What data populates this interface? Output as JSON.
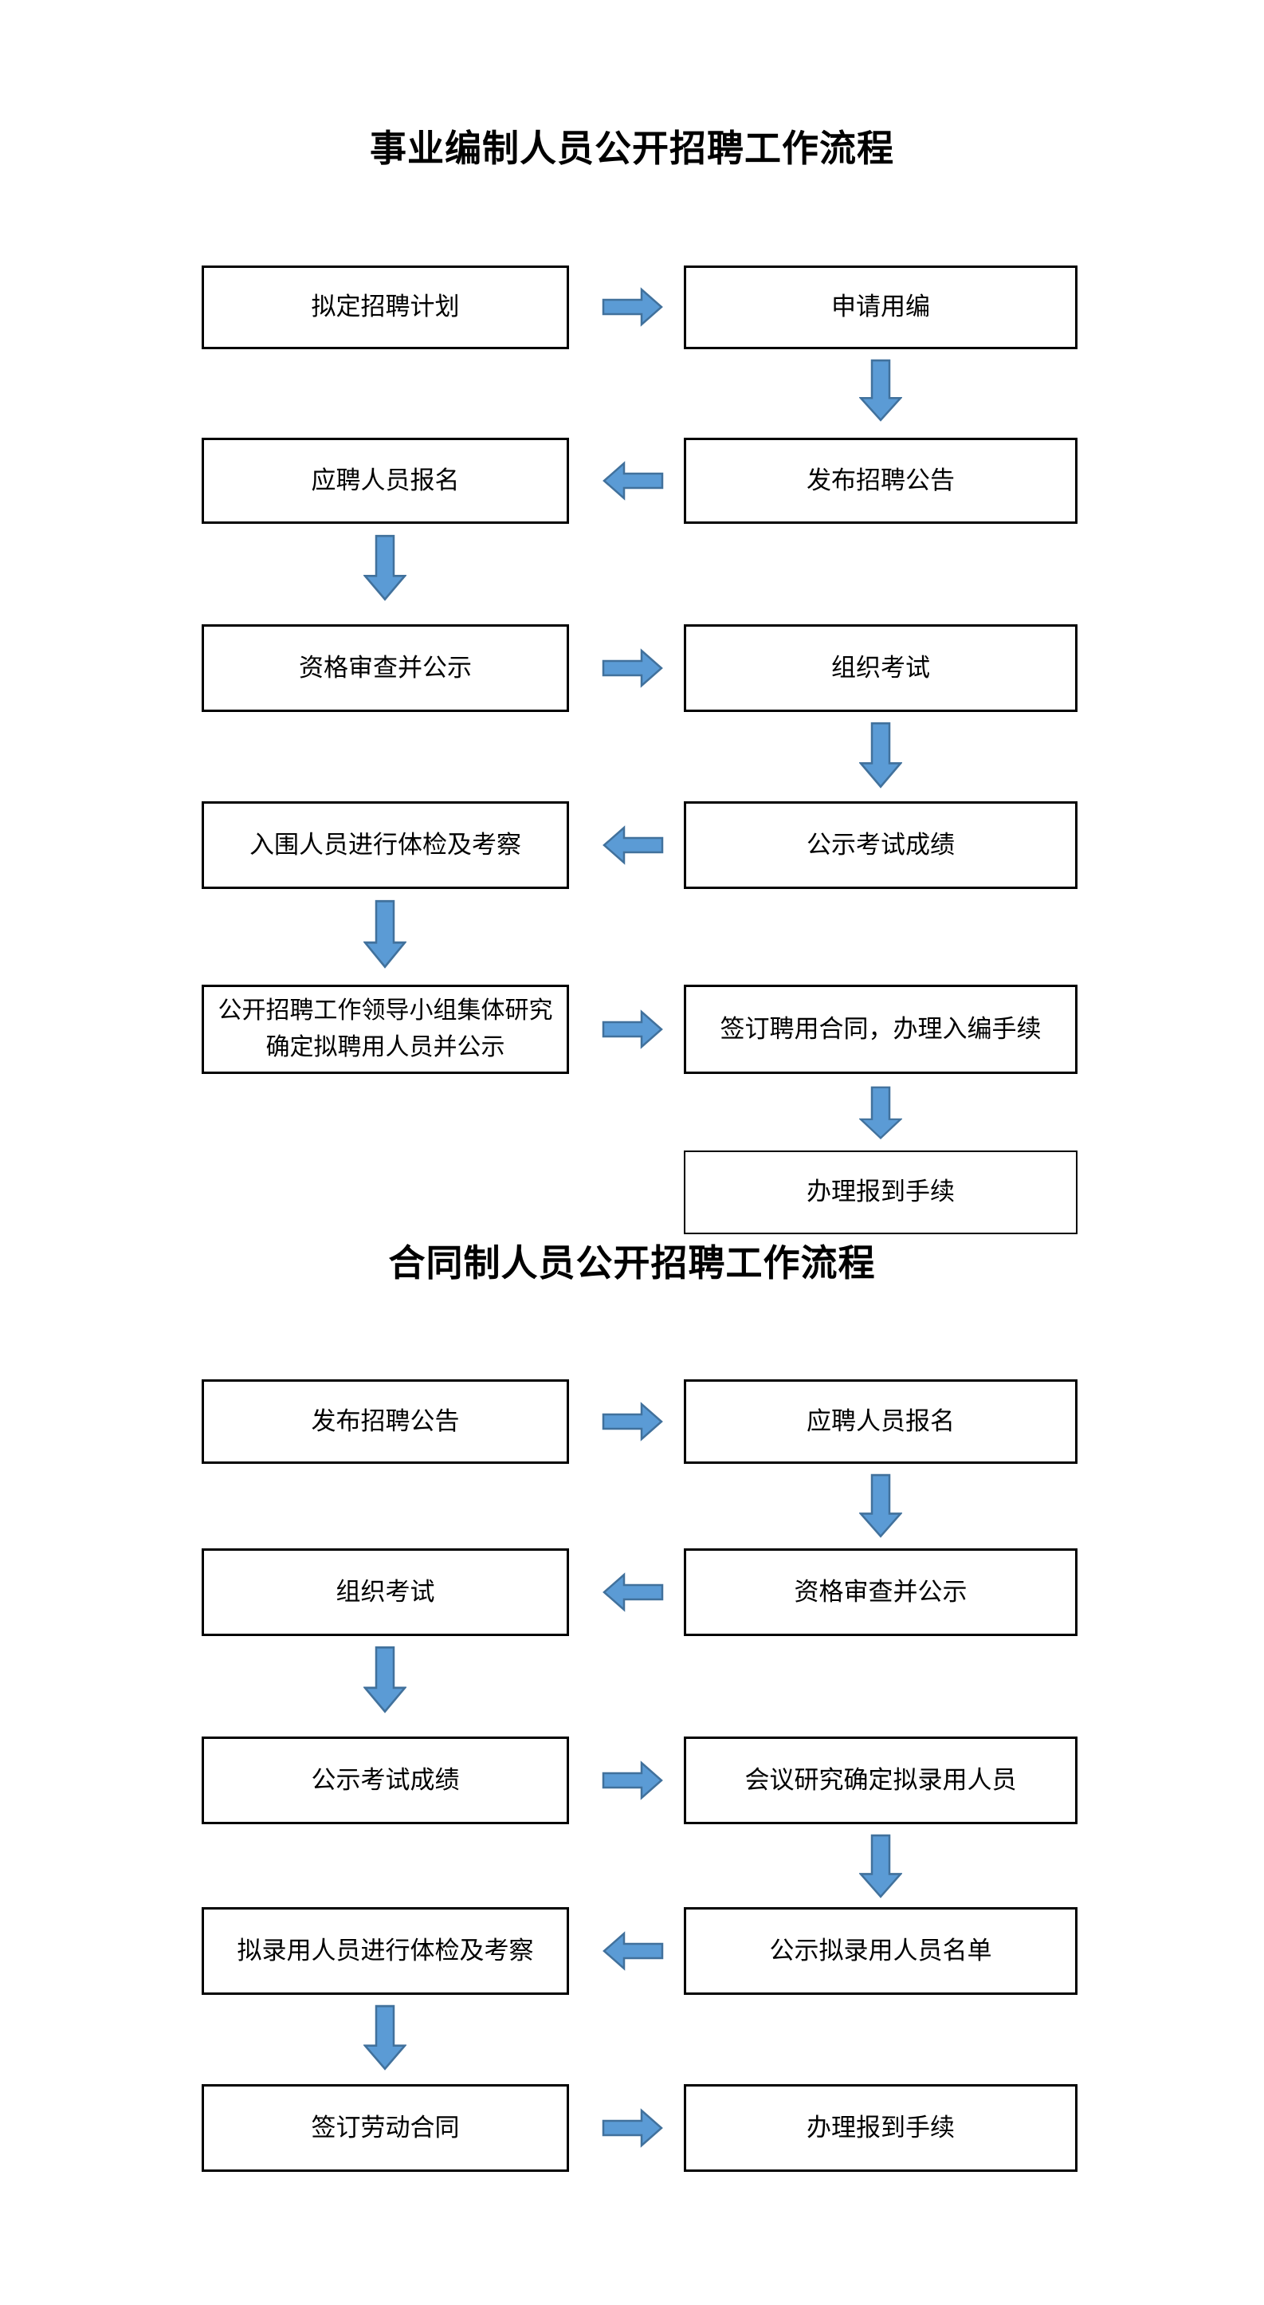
{
  "colors": {
    "arrow_fill": "#5b9bd5",
    "arrow_stroke": "#41719c",
    "box_border": "#000000",
    "page_bg": "#ffffff"
  },
  "icons": {
    "arrow_right": "block-arrow-right",
    "arrow_left": "block-arrow-left",
    "arrow_down": "block-arrow-down"
  },
  "flow1": {
    "title": "事业编制人员公开招聘工作流程",
    "rows": [
      {
        "left": "拟定招聘计划",
        "arrow": "right",
        "right": "申请用编",
        "connector": "down-right"
      },
      {
        "left": "应聘人员报名",
        "arrow": "left",
        "right": "发布招聘公告",
        "connector": "down-left"
      },
      {
        "left": "资格审查并公示",
        "arrow": "right",
        "right": "组织考试",
        "connector": "down-right"
      },
      {
        "left": "入围人员进行体检及考察",
        "arrow": "left",
        "right": "公示考试成绩",
        "connector": "down-left"
      },
      {
        "left_lines": [
          "公开招聘工作领导小组集体研究",
          "确定拟聘用人员并公示"
        ],
        "arrow": "right",
        "right": "签订聘用合同，办理入编手续",
        "connector": "down-right"
      },
      {
        "right": "办理报到手续"
      }
    ]
  },
  "flow2": {
    "title": "合同制人员公开招聘工作流程",
    "rows": [
      {
        "left": "发布招聘公告",
        "arrow": "right",
        "right": "应聘人员报名",
        "connector": "down-right"
      },
      {
        "left": "组织考试",
        "arrow": "left",
        "right": "资格审查并公示",
        "connector": "down-left"
      },
      {
        "left": "公示考试成绩",
        "arrow": "right",
        "right": "会议研究确定拟录用人员",
        "connector": "down-right"
      },
      {
        "left": "拟录用人员进行体检及考察",
        "arrow": "left",
        "right": "公示拟录用人员名单",
        "connector": "down-left"
      },
      {
        "left": "签订劳动合同",
        "arrow": "right",
        "right": "办理报到手续"
      }
    ]
  }
}
